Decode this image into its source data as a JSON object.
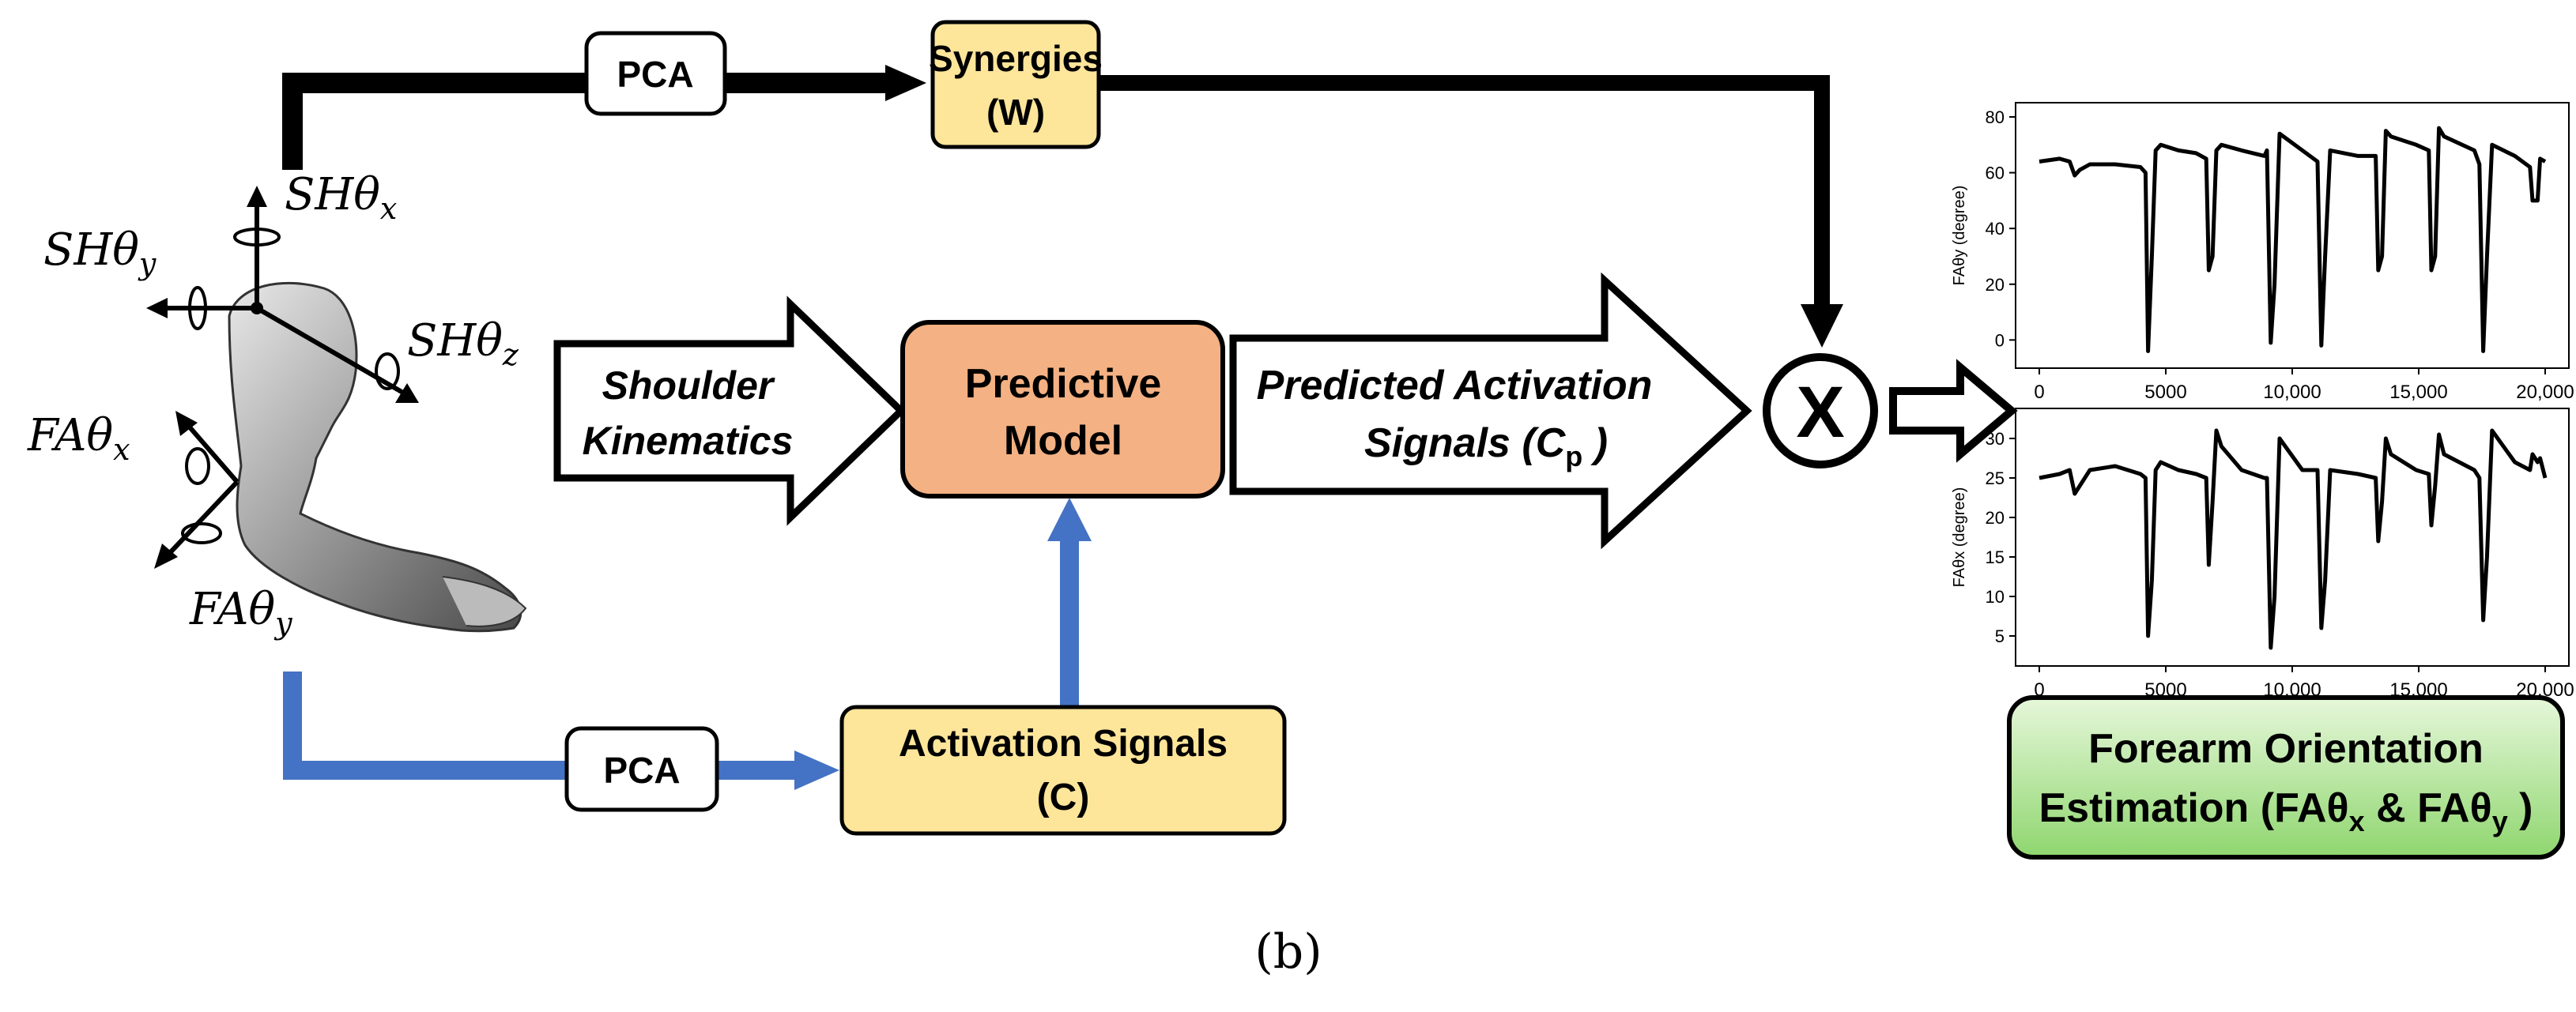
{
  "diagram": {
    "pca_top": "PCA",
    "synergies_line1": "Synergies",
    "synergies_line2": "(W)",
    "shoulder_line1": "Shoulder",
    "shoulder_line2": "Kinematics",
    "predictive_line1": "Predictive",
    "predictive_line2": "Model",
    "predicted_line1": "Predicted Activation",
    "predicted_line2_prefix": "Signals (C",
    "predicted_line2_sub": "p",
    "predicted_line2_suffix": " )",
    "multiply_symbol": "X",
    "pca_bottom": "PCA",
    "activation_line1": "Activation Signals",
    "activation_line2": "(C)",
    "output_line1": "Forearm Orientation",
    "output_line2_a": "Estimation (FAθ",
    "output_line2_sub1": "x",
    "output_line2_b": " & FAθ",
    "output_line2_sub2": "y",
    "output_line2_c": " )",
    "caption": "(b)"
  },
  "arm_labels": {
    "sh_x": [
      "SHθ",
      "x"
    ],
    "sh_y": [
      "SHθ",
      "y"
    ],
    "sh_z": [
      "SHθ",
      "z"
    ],
    "fa_x": [
      "FAθ",
      "x"
    ],
    "fa_y": [
      "FAθ",
      "y"
    ]
  },
  "colors": {
    "yellow_box": "#fde59a",
    "orange_box": "#f4b183",
    "green_box_top": "#d9f2c9",
    "green_box_bottom": "#8fd66f",
    "blue_arrow": "#4472c4",
    "black": "#000000"
  },
  "chart_data": [
    {
      "type": "line",
      "ylabel": "FAθy (degree)",
      "xlabel": "",
      "xticks": [
        "0",
        "5000",
        "10,000",
        "15,000",
        "20,000"
      ],
      "yticks": [
        "0",
        "20",
        "40",
        "60",
        "80"
      ],
      "xlim": [
        0,
        20000
      ],
      "ylim": [
        -5,
        80
      ],
      "series": [
        {
          "x": [
            0,
            800,
            1200,
            1400,
            1600,
            2000,
            3000,
            4000,
            4200,
            4300,
            4450,
            4600,
            4800,
            5500,
            6200,
            6600,
            6700,
            6850,
            7000,
            7200,
            8000,
            8900,
            9000,
            9150,
            9300,
            9500,
            10400,
            11000,
            11150,
            11300,
            11500,
            12600,
            13300,
            13400,
            13550,
            13700,
            13900,
            14900,
            15400,
            15500,
            15650,
            15800,
            16000,
            17200,
            17400,
            17550,
            17700,
            17900,
            18800,
            19400,
            19500,
            19700,
            19800,
            20000
          ],
          "y": [
            64,
            65,
            64,
            59,
            61,
            63,
            63,
            62,
            60,
            -4,
            30,
            68,
            70,
            68,
            67,
            65,
            25,
            30,
            68,
            70,
            68,
            66,
            68,
            -1,
            20,
            74,
            68,
            64,
            -2,
            30,
            68,
            66,
            66,
            25,
            30,
            75,
            73,
            70,
            68,
            25,
            30,
            76,
            73,
            68,
            63,
            -4,
            30,
            70,
            66,
            62,
            50,
            50,
            65,
            64
          ]
        }
      ]
    },
    {
      "type": "line",
      "ylabel": "FAθx (degree)",
      "xlabel": "",
      "xticks": [
        "0",
        "5000",
        "10,000",
        "15,000",
        "20,000"
      ],
      "yticks": [
        "5",
        "10",
        "15",
        "20",
        "25",
        "30"
      ],
      "xlim": [
        0,
        20000
      ],
      "ylim": [
        3,
        32
      ],
      "series": [
        {
          "x": [
            0,
            800,
            1200,
            1400,
            1600,
            2000,
            3000,
            4000,
            4200,
            4300,
            4450,
            4600,
            4800,
            5500,
            6200,
            6600,
            6700,
            6850,
            7000,
            7200,
            8000,
            8900,
            9000,
            9150,
            9300,
            9500,
            10400,
            11000,
            11150,
            11300,
            11500,
            12600,
            13300,
            13400,
            13550,
            13700,
            13900,
            14900,
            15400,
            15500,
            15650,
            15800,
            16000,
            17200,
            17400,
            17550,
            17700,
            17900,
            18800,
            19400,
            19500,
            19700,
            19800,
            20000
          ],
          "y": [
            25,
            25.5,
            26,
            23,
            24,
            26,
            26.5,
            25.5,
            25,
            5,
            12,
            26,
            27,
            26,
            25.5,
            25,
            14,
            22,
            31,
            29,
            26,
            25,
            25,
            3.5,
            10,
            30,
            26,
            26,
            6,
            12,
            26,
            25.5,
            25,
            17,
            22,
            30,
            28,
            26,
            25.5,
            19,
            24,
            30.5,
            28,
            26,
            25,
            7,
            15,
            31,
            27,
            26,
            28,
            27,
            27.5,
            25
          ]
        }
      ]
    }
  ]
}
